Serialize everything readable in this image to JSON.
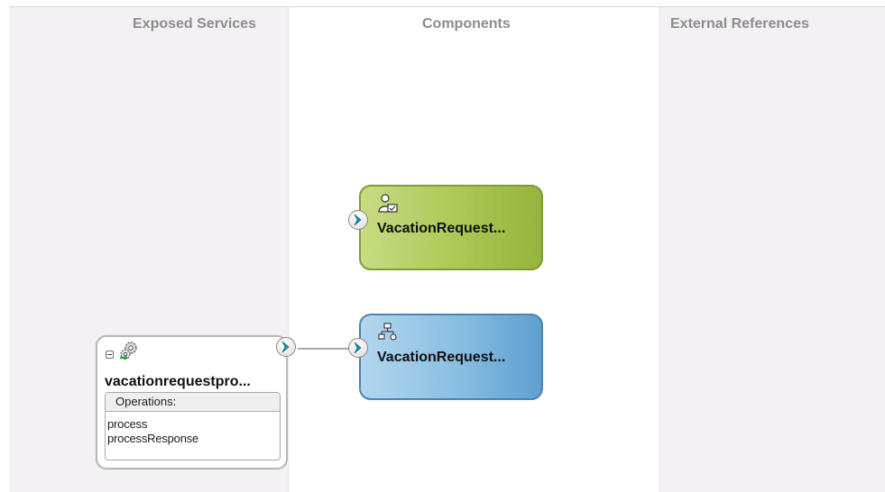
{
  "swimlanes": {
    "exposed_services": "Exposed Services",
    "components": "Components",
    "external_references": "External References"
  },
  "components": [
    {
      "label": "VacationRequest...",
      "kind": "human-task",
      "icon": "human-task-icon"
    },
    {
      "label": "VacationRequest...",
      "kind": "bpel-process",
      "icon": "bpel-process-icon"
    }
  ],
  "service": {
    "name": "vacationrequestpro...",
    "icon": "web-service-gear-icon",
    "operations_label": "Operations:",
    "operations": [
      "process",
      "processResponse"
    ]
  },
  "colors": {
    "human_task_fill": "#b0cb5c",
    "bpel_process_fill": "#8cc0e3",
    "port_arrow": "#1f8fa8",
    "swimlane_background": "#f4f1f5"
  }
}
